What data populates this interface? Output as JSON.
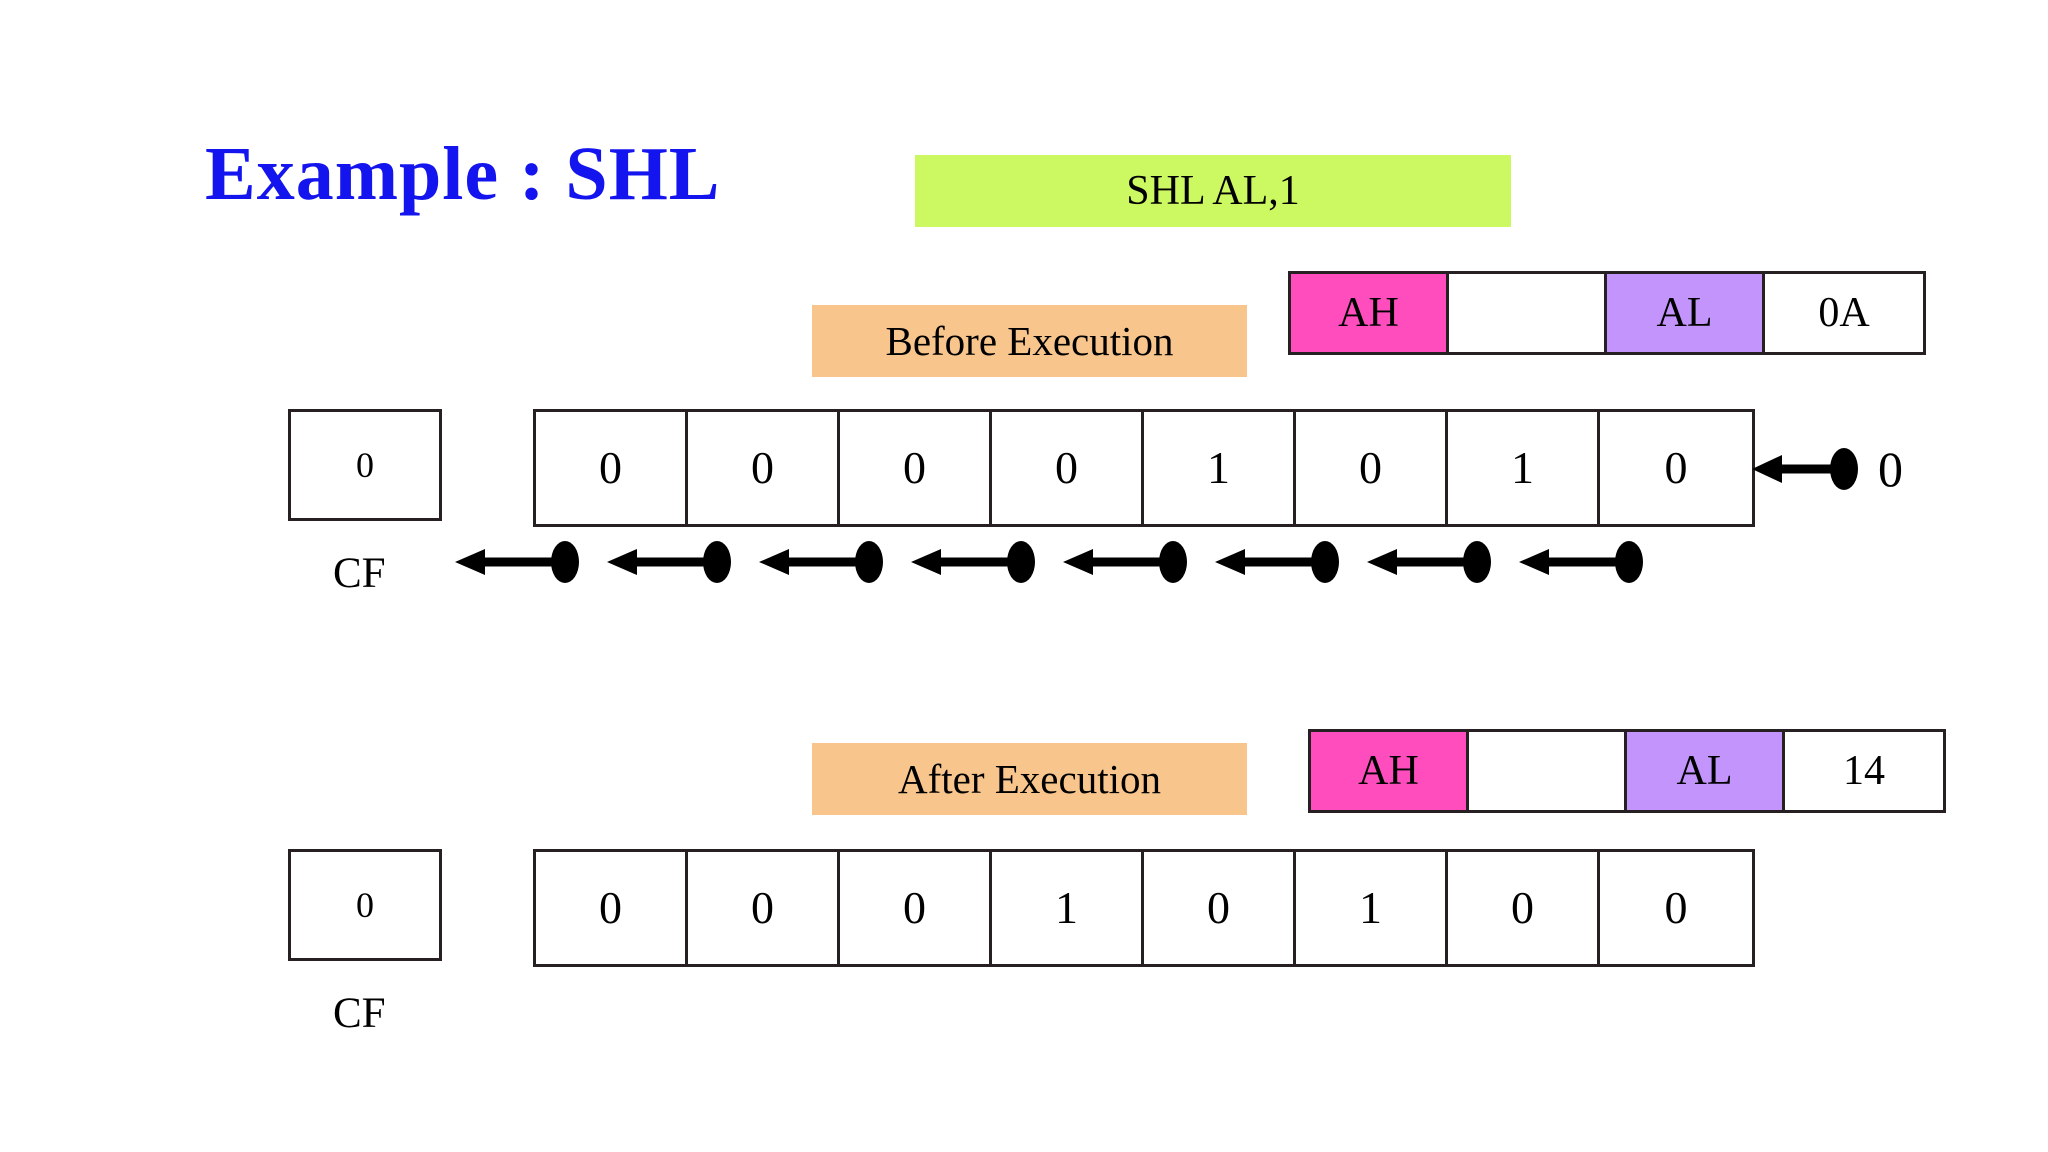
{
  "slide": {
    "title": "Example : SHL",
    "title_color": "#1414EE"
  },
  "instruction": {
    "text": "SHL AL,1",
    "background": "#CCF861"
  },
  "phases": {
    "before": {
      "label": "Before Execution",
      "chip_background": "#F8C68D",
      "register": {
        "cells": [
          {
            "text": "AH",
            "role": "high-byte",
            "background": "#FF4DBE"
          },
          {
            "text": "",
            "role": "high-byte-value",
            "background": "#FFFFFF"
          },
          {
            "text": "AL",
            "role": "low-byte",
            "background": "#C394FC"
          },
          {
            "text": "0A",
            "role": "low-byte-value",
            "background": "#FFFFFF"
          }
        ]
      },
      "carry_flag": {
        "value": "0",
        "label": "CF"
      },
      "bits": [
        "0",
        "0",
        "0",
        "0",
        "1",
        "0",
        "1",
        "0"
      ],
      "shift_in_bit": "0"
    },
    "after": {
      "label": "After Execution",
      "chip_background": "#F8C68D",
      "register": {
        "cells": [
          {
            "text": "AH",
            "role": "high-byte",
            "background": "#FF4DBE"
          },
          {
            "text": "",
            "role": "high-byte-value",
            "background": "#FFFFFF"
          },
          {
            "text": "AL",
            "role": "low-byte",
            "background": "#C394FC"
          },
          {
            "text": "14",
            "role": "low-byte-value",
            "background": "#FFFFFF"
          }
        ]
      },
      "carry_flag": {
        "value": "0",
        "label": "CF"
      },
      "bits": [
        "0",
        "0",
        "0",
        "1",
        "0",
        "1",
        "0",
        "0"
      ]
    }
  },
  "shift_arrows": {
    "count": 8,
    "direction": "left",
    "color": "#000000"
  }
}
